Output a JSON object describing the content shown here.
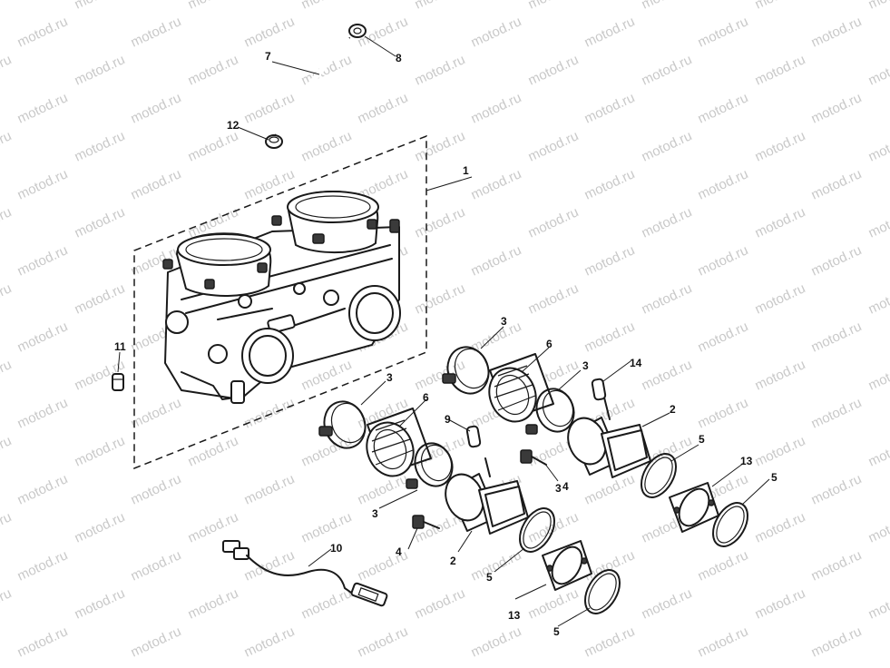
{
  "watermark": {
    "text": "motod.ru"
  },
  "callouts": [
    {
      "id": "label-1",
      "text": "1"
    },
    {
      "id": "label-2a",
      "text": "2"
    },
    {
      "id": "label-2b",
      "text": "2"
    },
    {
      "id": "label-3a",
      "text": "3"
    },
    {
      "id": "label-3b",
      "text": "3"
    },
    {
      "id": "label-3c",
      "text": "3"
    },
    {
      "id": "label-3d",
      "text": "3"
    },
    {
      "id": "label-3e",
      "text": "3"
    },
    {
      "id": "label-4a",
      "text": "4"
    },
    {
      "id": "label-4b",
      "text": "4"
    },
    {
      "id": "label-5a",
      "text": "5"
    },
    {
      "id": "label-5b",
      "text": "5"
    },
    {
      "id": "label-5c",
      "text": "5"
    },
    {
      "id": "label-5d",
      "text": "5"
    },
    {
      "id": "label-6a",
      "text": "6"
    },
    {
      "id": "label-6b",
      "text": "6"
    },
    {
      "id": "label-7",
      "text": "7"
    },
    {
      "id": "label-8",
      "text": "8"
    },
    {
      "id": "label-9",
      "text": "9"
    },
    {
      "id": "label-10",
      "text": "10"
    },
    {
      "id": "label-11",
      "text": "11"
    },
    {
      "id": "label-12",
      "text": "12"
    },
    {
      "id": "label-13a",
      "text": "13"
    },
    {
      "id": "label-13b",
      "text": "13"
    },
    {
      "id": "label-14",
      "text": "14"
    }
  ],
  "colors": {
    "line": "#1a1a1a",
    "watermark": "#c9c9c9",
    "background": "#ffffff"
  }
}
